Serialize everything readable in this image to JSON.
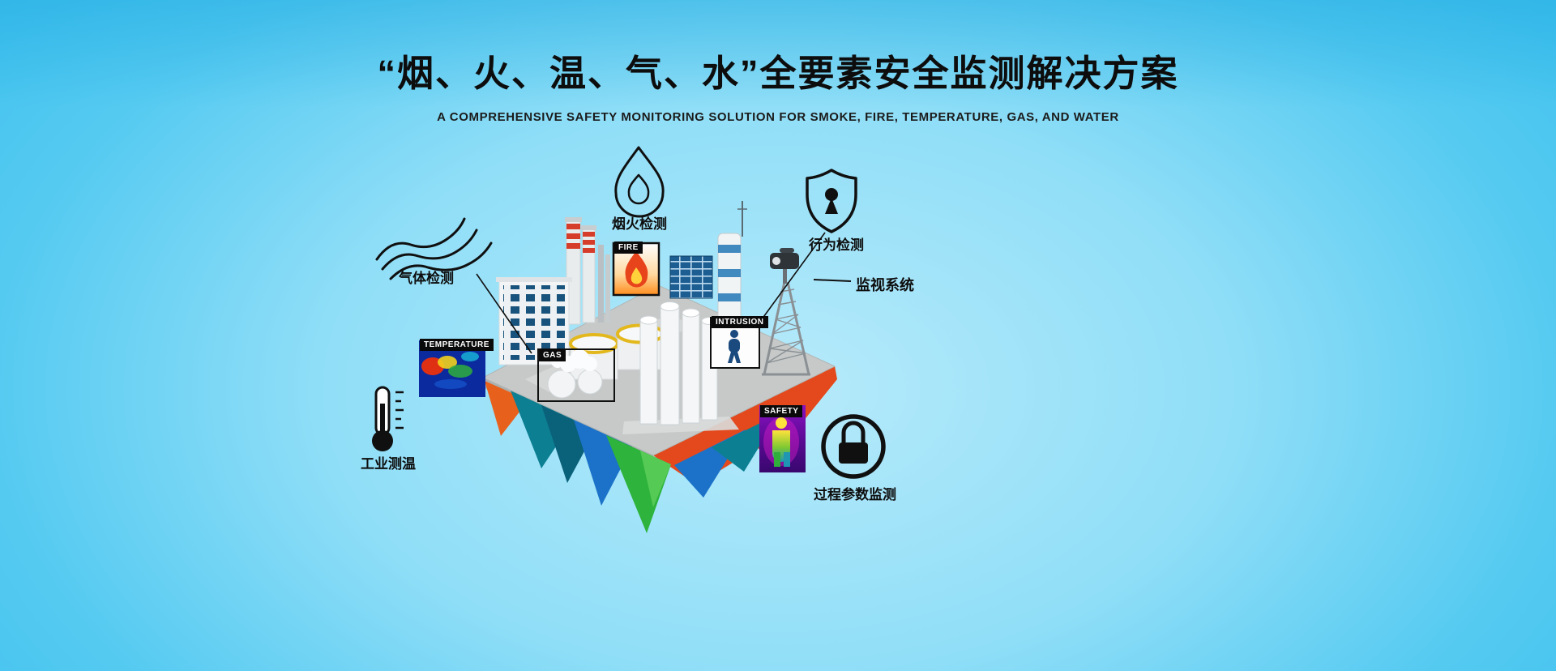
{
  "header": {
    "title": "“烟、火、温、气、水”全要素安全监测解决方案",
    "subtitle": "A COMPREHENSIVE SAFETY MONITORING SOLUTION FOR SMOKE, FIRE, TEMPERATURE, GAS, AND WATER"
  },
  "callouts": {
    "smoke_fire": {
      "label": "烟火检测",
      "icon": "flame-icon"
    },
    "behavior": {
      "label": "行为检测",
      "icon": "shield-keyhole-icon"
    },
    "surveillance": {
      "label": "监视系统",
      "icon": "cctv-camera-icon"
    },
    "gas": {
      "label": "气体检测",
      "icon": "gas-smoke-waves-icon"
    },
    "industrial_temperature": {
      "label": "工业测温",
      "icon": "thermometer-icon"
    },
    "process_parameters": {
      "label": "过程参数监测",
      "icon": "padlock-circle-icon"
    }
  },
  "scene_tags": {
    "fire": "FIRE",
    "temperature": "TEMPERATURE",
    "gas": "GAS",
    "intrusion": "INTRUSION",
    "safety": "SAFETY"
  },
  "colors": {
    "background_edge": "#38bfed",
    "background_center": "#b7eafb",
    "title_text": "#0d0d0d",
    "tag_background": "#0a0a0a",
    "tag_text": "#ffffff",
    "island_top_gray": "#c6c9c8",
    "island_side_red": "#e3491c",
    "island_orange": "#e8611c",
    "crystal_teal": "#0c7f92",
    "crystal_blue": "#1b72c8",
    "crystal_green": "#2eb33c",
    "chimney_stripe_red": "#d63c2a",
    "building_blue": "#1d5e92",
    "tank_ring_yellow": "#e3b81c",
    "flame_orange": "#e8441c",
    "thermal_cold_blue": "#0b2a9e",
    "thermal_hot_red": "#e03014",
    "safety_purple": "#5c0a96",
    "safety_body_yellow": "#ffe23c"
  }
}
